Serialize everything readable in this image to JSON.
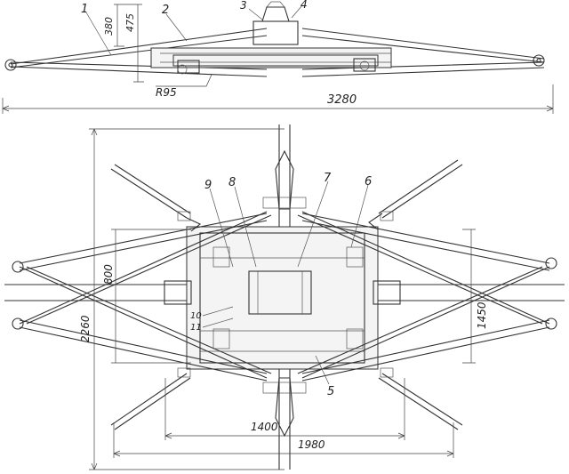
{
  "dimensions": {
    "overall_length": "3280",
    "side_height_380": "380",
    "side_height_475": "475",
    "radius": "R95",
    "plan_width_800": "800",
    "plan_height_2260": "2260",
    "plan_height_1450": "1450",
    "plan_width_1400": "1400",
    "plan_width_1980": "1980"
  },
  "callouts": {
    "c1": "1",
    "c2": "2",
    "c3": "3",
    "c4": "4",
    "c5": "5",
    "c6": "6",
    "c7": "7",
    "c8": "8",
    "c9": "9",
    "c10": "10",
    "c11": "11"
  }
}
